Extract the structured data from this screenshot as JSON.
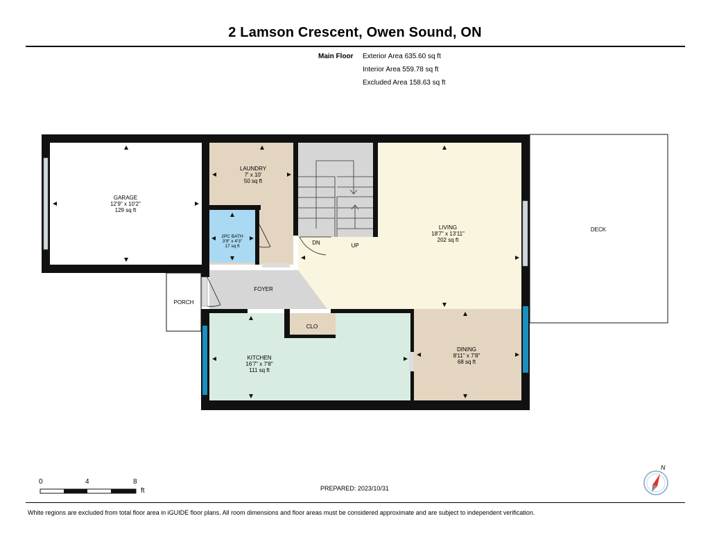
{
  "header": {
    "title": "2 Lamson Crescent, Owen Sound, ON"
  },
  "summary": {
    "floor_label": "Main Floor",
    "exterior_area": "Exterior Area 635.60 sq ft",
    "interior_area": "Interior Area 559.78 sq ft",
    "excluded_area": "Excluded Area 158.63 sq ft"
  },
  "rooms": {
    "garage": {
      "name": "GARAGE",
      "dims": "12'9\" x 10'2\"",
      "area": "129 sq ft",
      "color": "#ffffff"
    },
    "laundry": {
      "name": "LAUNDRY",
      "dims": "7' x 10'",
      "area": "50 sq ft",
      "color": "#e3d5c0"
    },
    "bath": {
      "name": "2PC BATH",
      "dims": "3'9\" x 4'3\"",
      "area": "17 sq ft",
      "color": "#a9d9f3"
    },
    "living": {
      "name": "LIVING",
      "dims": "18'7\" x 13'11\"",
      "area": "202 sq ft",
      "color": "#faf5df"
    },
    "deck": {
      "name": "DECK",
      "color": "#ffffff"
    },
    "porch": {
      "name": "PORCH",
      "color": "#ffffff"
    },
    "foyer": {
      "name": "FOYER",
      "color": "#d6d6d6"
    },
    "closet": {
      "name": "CLO",
      "color": "#e3d5c0"
    },
    "kitchen": {
      "name": "KITCHEN",
      "dims": "16'7\" x 7'8\"",
      "area": "111 sq ft",
      "color": "#d8ece2"
    },
    "dining": {
      "name": "DINING",
      "dims": "8'11\" x 7'8\"",
      "area": "68 sq ft",
      "color": "#e3d5c0"
    },
    "stairs": {
      "down_label": "DN",
      "up_label": "UP",
      "color": "#d6d6d6"
    }
  },
  "scale_bar": {
    "ticks": [
      "0",
      "4",
      "8"
    ],
    "unit": "ft"
  },
  "prepared": "PREPARED: 2023/10/31",
  "compass": {
    "label": "N",
    "needle_color": "#e0342b"
  },
  "colors": {
    "wall": "#111111",
    "window": "#1a8fc0",
    "window_light": "#cfd8dc"
  },
  "footer": {
    "disclaimer": "White regions are excluded from total floor area in iGUIDE floor plans. All room dimensions and floor areas must be considered approximate and are subject to independent verification."
  }
}
